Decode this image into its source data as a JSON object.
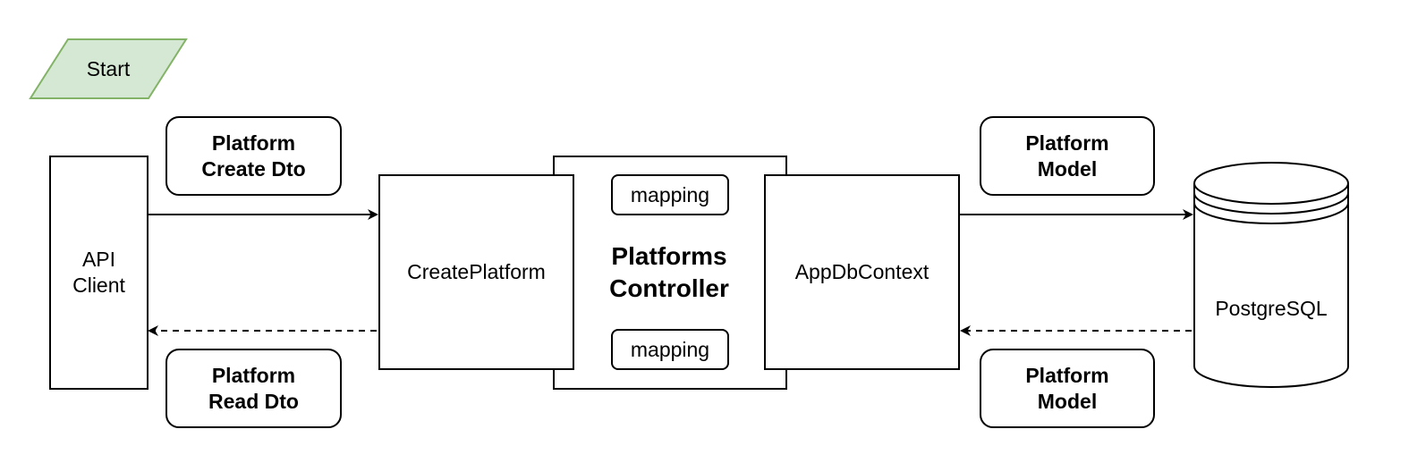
{
  "start": {
    "label": "Start"
  },
  "api_client": {
    "label": "API\nClient"
  },
  "create_dto": {
    "label": "Platform\nCreate Dto"
  },
  "read_dto": {
    "label": "Platform\nRead Dto"
  },
  "controller": {
    "title": "Platforms\nController",
    "mapping_top": "mapping",
    "mapping_bottom": "mapping"
  },
  "create_platform": {
    "label": "CreatePlatform"
  },
  "db_context": {
    "label": "AppDbContext"
  },
  "model_top": {
    "label": "Platform\nModel"
  },
  "model_bottom": {
    "label": "Platform\nModel"
  },
  "database": {
    "label": "PostgreSQL"
  },
  "colors": {
    "start_fill": "#d5e8d4",
    "start_stroke": "#82b366",
    "stroke": "#000000",
    "background": "#ffffff"
  }
}
